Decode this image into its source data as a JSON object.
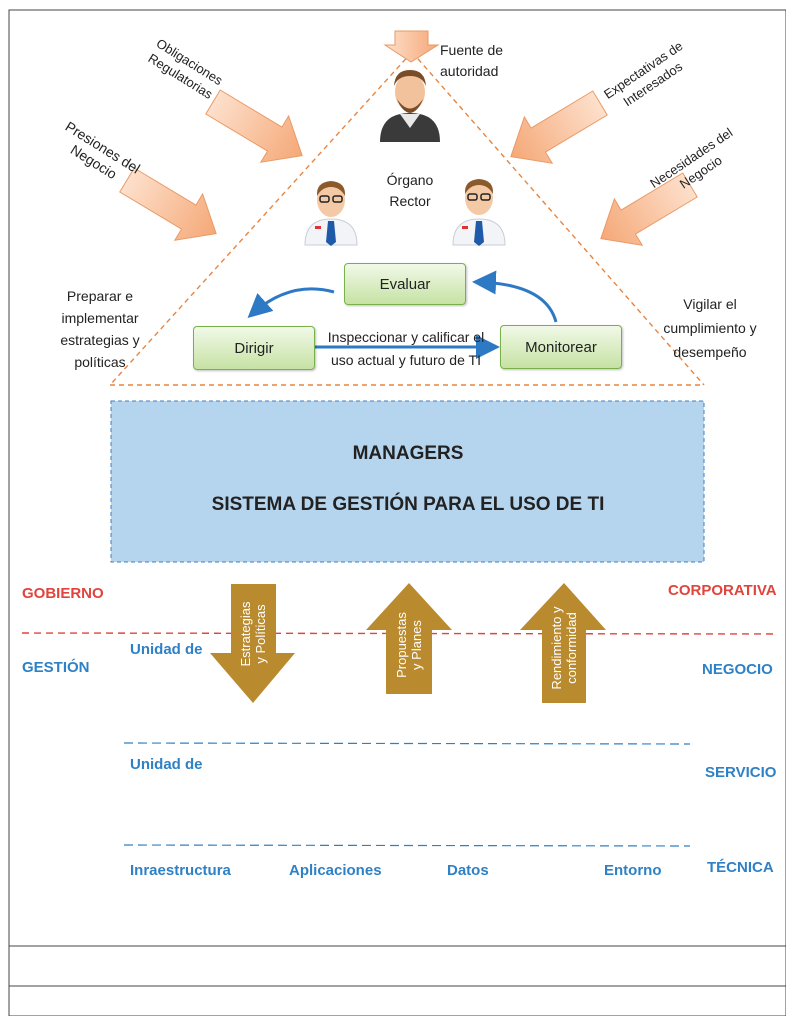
{
  "top": {
    "fuente": [
      "Fuente de",
      "autoridad"
    ],
    "organo": [
      "Órgano",
      "Rector"
    ],
    "obligaciones": [
      "Obligaciones",
      "Regulatorias"
    ],
    "presiones": [
      "Presiones del",
      "Negocio"
    ],
    "expectativas": [
      "Expectativas de",
      "Interesados"
    ],
    "necesidades": [
      "Necesidades del",
      "Negocio"
    ],
    "preparar": [
      "Preparar e",
      "implementar",
      "estrategias y",
      "políticas"
    ],
    "vigilar": [
      "Vigilar el",
      "cumplimiento y",
      "desempeño"
    ]
  },
  "process": {
    "evaluar": "Evaluar",
    "dirigir": "Dirigir",
    "monitorear": "Monitorear",
    "inspeccionar": [
      "Inspeccionar y calificar el",
      "uso actual y futuro de TI"
    ]
  },
  "managers": {
    "title": "MANAGERS",
    "subtitle": "SISTEMA DE GESTIÓN PARA EL USO DE TI"
  },
  "levels": {
    "gobierno": "GOBIERNO",
    "corporativa": "CORPORATIVA",
    "gestion": "GESTIÓN",
    "negocio": "NEGOCIO",
    "servicio": "SERVICIO",
    "tecnica": "TÉCNICA",
    "unidad1": "Unidad de",
    "unidad2": "Unidad de",
    "infra": "Inraestructura",
    "aplicaciones": "Aplicaciones",
    "datos": "Datos",
    "entorno": "Entorno"
  },
  "flows": {
    "estrategias": [
      "Estrategias",
      "y Políticas"
    ],
    "propuestas": [
      "Propuestas",
      "y Planes"
    ],
    "rendimiento": [
      "Rendimiento y",
      "conformidad"
    ]
  },
  "colors": {
    "peach_arrow": "#f7b48e",
    "gold_arrow": "#b98a2e",
    "box_green": "#c6e2a4",
    "managers_blue": "#b5d4ee",
    "label_blue": "#2f81c6",
    "label_red": "#e0443c"
  }
}
